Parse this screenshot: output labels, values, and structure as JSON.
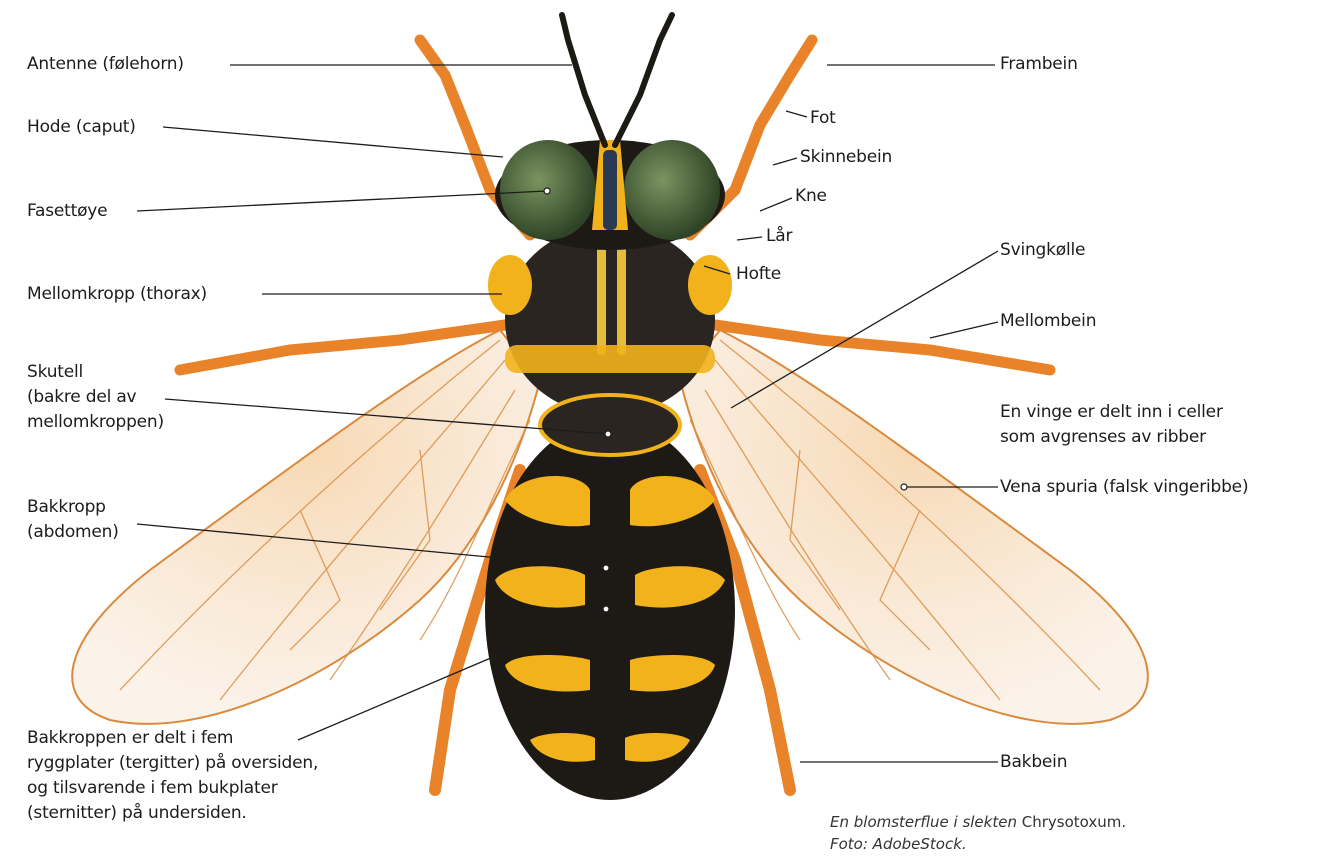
{
  "labels": {
    "antenne": "Antenne (følehorn)",
    "hode": "Hode (caput)",
    "fasettoye": "Fasettøye",
    "mellomkropp": "Mellomkropp (thorax)",
    "skutell": [
      "Skutell",
      "(bakre del av",
      "mellomkroppen)"
    ],
    "bakkropp": [
      "Bakkropp",
      "(abdomen)"
    ],
    "bakkroppen_note": [
      "Bakkroppen er delt i fem",
      "ryggplater (tergitter) på oversiden,",
      "og tilsvarende i fem bukplater",
      "(sternitter) på undersiden."
    ],
    "frambein": "Frambein",
    "fot": "Fot",
    "skinnebein": "Skinnebein",
    "kne": "Kne",
    "lar": "Lår",
    "hofte": "Hofte",
    "svingkolle": "Svingkølle",
    "mellombein": "Mellombein",
    "vinge_note": [
      "En vinge er delt inn i celler",
      "som avgrenses av ribber"
    ],
    "vena_spuria": "Vena spuria (falsk vingeribbe)",
    "bakbein": "Bakbein"
  },
  "caption": {
    "part1": "En blomsterflue i slekten",
    "genus": "Chrysotoxum",
    "part2": ".",
    "credit": "Foto: AdobeStock."
  },
  "colors": {
    "leg": "#e8832a",
    "yellow": "#f2b21c",
    "black": "#1d1a16",
    "eye": "#4e6a40",
    "wing": "#f2c79b",
    "line": "#1c1c1c"
  }
}
